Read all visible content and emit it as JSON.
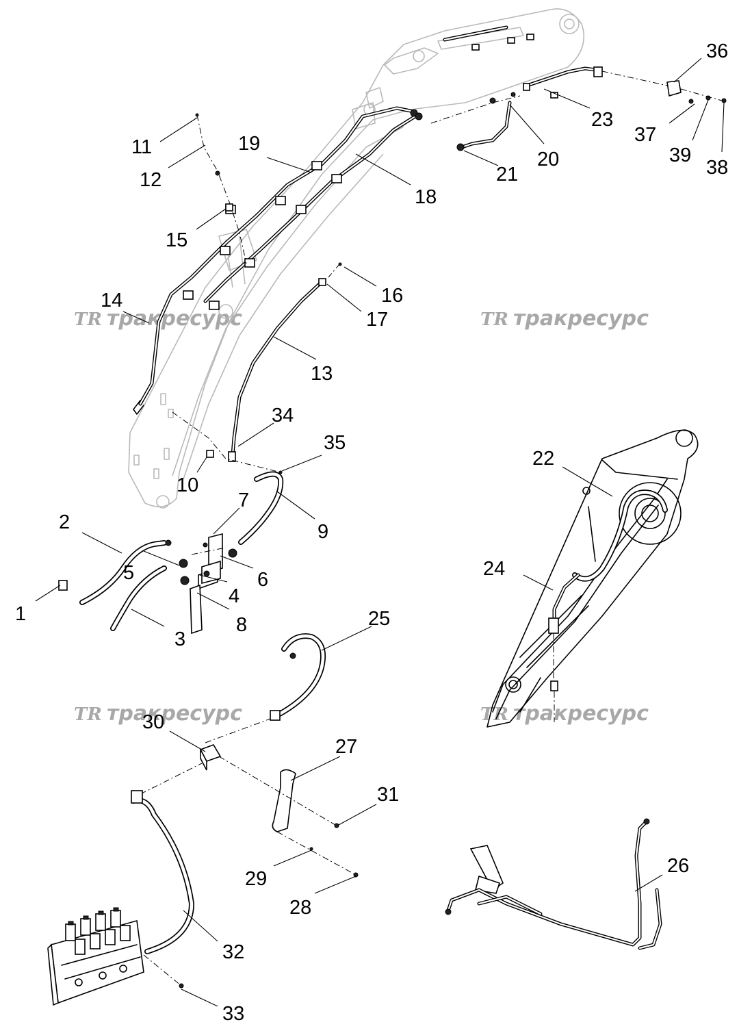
{
  "watermark": {
    "logo": "TR",
    "text": "тракресурс"
  },
  "callouts": [
    {
      "n": "1"
    },
    {
      "n": "2"
    },
    {
      "n": "3"
    },
    {
      "n": "4"
    },
    {
      "n": "5"
    },
    {
      "n": "6"
    },
    {
      "n": "7"
    },
    {
      "n": "8"
    },
    {
      "n": "9"
    },
    {
      "n": "10"
    },
    {
      "n": "11"
    },
    {
      "n": "12"
    },
    {
      "n": "13"
    },
    {
      "n": "14"
    },
    {
      "n": "15"
    },
    {
      "n": "16"
    },
    {
      "n": "17"
    },
    {
      "n": "18"
    },
    {
      "n": "19"
    },
    {
      "n": "20"
    },
    {
      "n": "21"
    },
    {
      "n": "22"
    },
    {
      "n": "23"
    },
    {
      "n": "24"
    },
    {
      "n": "25"
    },
    {
      "n": "26"
    },
    {
      "n": "27"
    },
    {
      "n": "28"
    },
    {
      "n": "29"
    },
    {
      "n": "30"
    },
    {
      "n": "31"
    },
    {
      "n": "32"
    },
    {
      "n": "33"
    },
    {
      "n": "34"
    },
    {
      "n": "35"
    },
    {
      "n": "36"
    },
    {
      "n": "37"
    },
    {
      "n": "38"
    },
    {
      "n": "39"
    }
  ]
}
